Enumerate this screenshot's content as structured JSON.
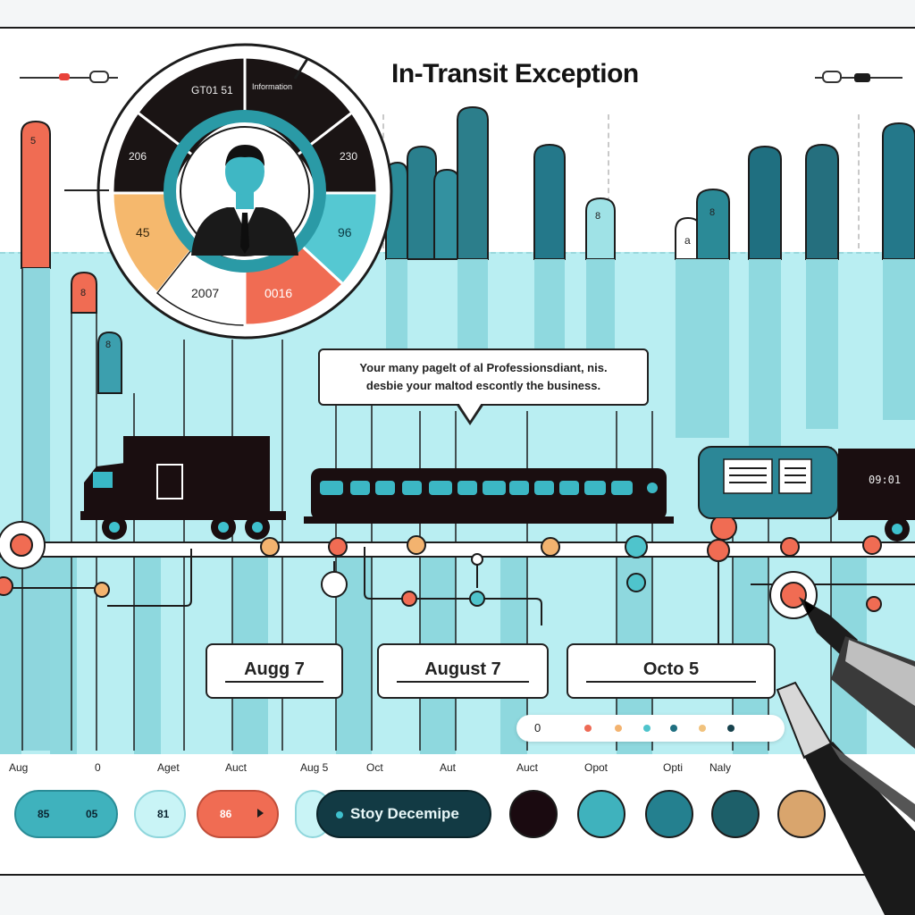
{
  "header": {
    "title": "In-Transit Exception"
  },
  "gauge": {
    "segments": [
      "GT01 51",
      "Information",
      "206",
      "230",
      "45",
      "96",
      "2007",
      "0016"
    ]
  },
  "columns": {
    "badges": [
      "5",
      "8",
      "8",
      "8",
      "a",
      "8"
    ]
  },
  "tooltip": {
    "line1": "Your many pagelt of al Professionsdiant, nis.",
    "line2": "desbie your maltod escontly the business."
  },
  "vehicles": {
    "container_label": "09:01"
  },
  "timeline": {
    "dates": [
      "Augg 7",
      "August 7",
      "Octo 5"
    ],
    "months": [
      "Aug",
      "0",
      "Aget",
      "Auct",
      "Aug 5",
      "Oct",
      "Aut",
      "Auct",
      "Opot",
      "Opti",
      "Naly"
    ]
  },
  "legend": {
    "start_label": "0",
    "colors": [
      "#ee6a55",
      "#f3b36f",
      "#4fc4cc",
      "#1f6f80",
      "#f1c27d",
      "#17424d"
    ]
  },
  "controls": {
    "pill1_left": "85",
    "pill1_right": "05",
    "pill2": "81",
    "pill3": "86",
    "action_label": "Stoy Decemipe"
  },
  "swatches": [
    "#1a0a10",
    "#3fb2bd",
    "#24808f",
    "#1d5f69",
    "#d9a56d"
  ],
  "colors": {
    "teal_light": "#b9eef2",
    "teal_dark": "#1f6f80",
    "coral": "#f06c53",
    "ink": "#161616"
  }
}
